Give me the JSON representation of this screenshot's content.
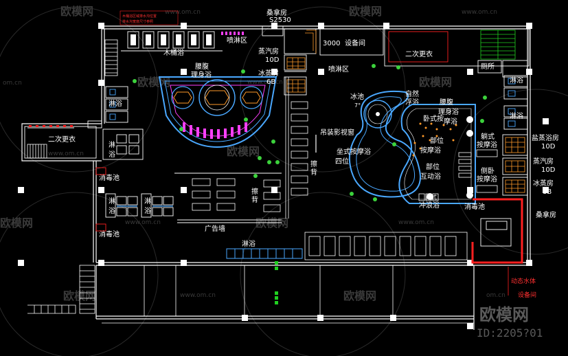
{
  "colors": {
    "background": "#000000",
    "wall": "#ffffff",
    "pool": "#4aa8ff",
    "accent_orange": "#ff9a2a",
    "accent_red": "#ff2020",
    "furniture_magenta": "#ff40ff",
    "plant_green": "#3cd23c",
    "stair_green": "#20d020",
    "watermark": "#3a3a3a"
  },
  "watermark": {
    "brand": "欧模网",
    "url": "www.om.cn",
    "url_short": "om.cn",
    "id_text": "ID:2205?01"
  },
  "labels": {
    "sauna_room": "桑拿房",
    "sauna_spec": "S2530",
    "steam_room_left": "蒸汽房",
    "steam_count_left": "10D",
    "ice_room_left": "冰蒸房",
    "ice_count_left": "6B",
    "equipment_room": "设备间",
    "equipment_size": "3000",
    "second_locker_right": "二次更衣",
    "toilet": "厕所",
    "wooden_bath": "木桶浴",
    "spray_area_top": "喷淋区",
    "spray_area_mid": "喷淋区",
    "center_pool_name": "腰腹",
    "center_pool_sub": "理身浴",
    "shower_left": "淋浴",
    "second_locker_left": "二次更衣",
    "shower_left_2": "淋",
    "shower_left_2b": "浴",
    "shower_left_3": "淋",
    "shower_left_3b": "浴",
    "shower_left_4": "淋",
    "shower_left_4b": "浴",
    "disinfect_left_1": "消毒池",
    "disinfect_left_2": "消毒池",
    "ad_wall": "广告墙",
    "massage_back_1": "擦",
    "massage_back_1b": "背",
    "massage_back_2": "擦",
    "massage_back_2b": "背",
    "shower_bottom": "淋浴",
    "ice_pool": "冰池",
    "ice_pool_temp": "7°",
    "natural_bath": "自然",
    "natural_bath_2": "浮浴",
    "projection_window": "吊装影视窗",
    "sitting_massage": "坐式按摩浴",
    "sitting_massage_2": "四位",
    "waist_massage": "腰腹",
    "waist_massage_2": "理身浴",
    "lie_massage": "卧式按",
    "lie_massage_2": "摩浴",
    "part_massage": "部位",
    "part_massage_2": "按摩浴",
    "part_active": "部位",
    "part_active_2": "互动浴",
    "surf_bath": "冲浪浴",
    "surf_bath_pre": "雨式",
    "disinfect_right": "消毒池",
    "shower_right_1": "淋浴",
    "shower_right_2": "淋浴",
    "lying_massage_right": "躺式",
    "lying_massage_right_2": "按摩浴",
    "side_massage_right": "侧卧",
    "side_massage_right_2": "按摩浴",
    "salt_steam_room": "盐蒸浴房",
    "salt_steam_count": "10D",
    "steam_room_right": "蒸汽房",
    "steam_count_right": "10D",
    "ice_room_right": "冰蒸房",
    "ice_count_right": "8B",
    "sauna_room_right": "桑拿房",
    "dynamic_pool_1": "动态水体",
    "dynamic_pool_2": "设备间",
    "red_note_1": "木桶浴区域排水沟位置",
    "red_note_2": "排水沟宽度尺寸参照"
  }
}
